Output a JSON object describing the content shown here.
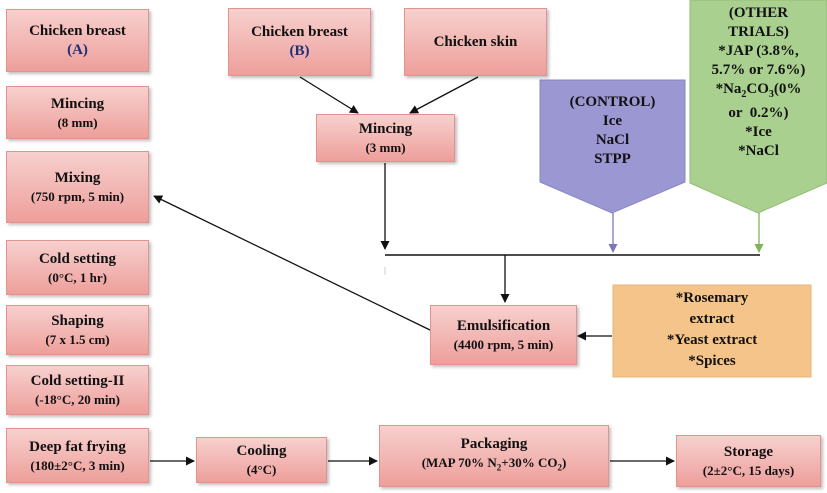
{
  "colors": {
    "process_fill": "#ee9f9b",
    "control_fill": "#9b97d3",
    "other_fill": "#a9d08e",
    "additives_fill": "#f5c48a",
    "arrow": "#111111"
  },
  "line_a": {
    "source_title": "Chicken breast",
    "source_label": "(A)",
    "mincing": {
      "title": "Mincing",
      "detail": "(8 mm)"
    },
    "mixing": {
      "title": "Mixing",
      "detail": "(750 rpm, 5 min)"
    },
    "cold_setting": {
      "title": "Cold setting",
      "detail": "(0°C, 1 hr)"
    },
    "shaping": {
      "title": "Shaping",
      "detail": "(7 x 1.5 cm)"
    },
    "cold_setting_2": {
      "title": "Cold setting-II",
      "detail": "(-18°C, 20 min)"
    },
    "frying": {
      "title": "Deep fat frying",
      "detail": "(180±2°C, 3 min)"
    }
  },
  "line_b": {
    "source_title": "Chicken breast",
    "source_label": "(B)",
    "skin": "Chicken skin",
    "mincing": {
      "title": "Mincing",
      "detail": "(3 mm)"
    },
    "emulsification": {
      "title": "Emulsification",
      "detail": "(4400 rpm, 5 min)"
    }
  },
  "control": {
    "title": "(CONTROL)",
    "items": [
      "Ice",
      "NaCl",
      "STPP"
    ]
  },
  "other_trials": {
    "title_1": "(OTHER",
    "title_2": "TRIALS)",
    "jap_1": "*JAP (3.8%,",
    "jap_2": "5.7% or 7.6%)",
    "na2co3_pre": "*Na",
    "na2co3_sub1": "2",
    "na2co3_mid": "CO",
    "na2co3_sub2": "3",
    "na2co3_post": "(0%",
    "na2co3_2": "or  0.2%)",
    "ice": "*Ice",
    "nacl": "*NaCl"
  },
  "additives": {
    "line1": "*Rosemary",
    "line2": "extract",
    "line3": "*Yeast extract",
    "line4": "*Spices"
  },
  "bottom": {
    "cooling": {
      "title": "Cooling",
      "detail": "(4°C)"
    },
    "packaging": {
      "title": "Packaging",
      "detail_pre": "(MAP 70% N",
      "sub1": "2",
      "detail_mid": "+30% CO",
      "sub2": "2",
      "detail_post": ")"
    },
    "storage": {
      "title": "Storage",
      "detail": "(2±2°C, 15 days)"
    }
  }
}
